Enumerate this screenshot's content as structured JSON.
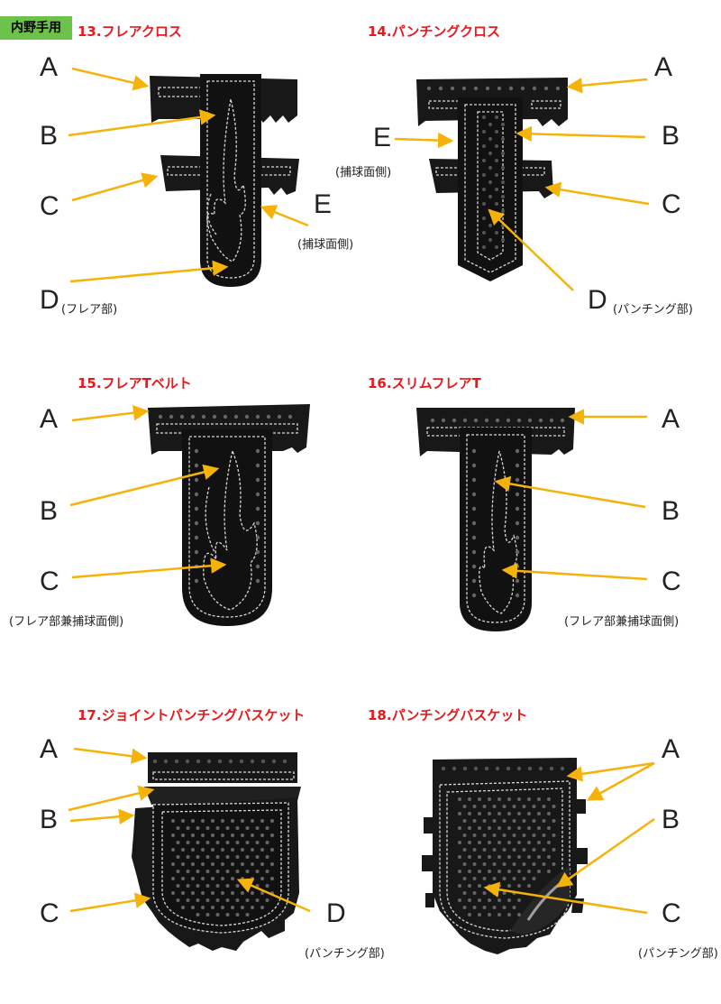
{
  "colors": {
    "title": "#e8191c",
    "badge": "#6cc24a",
    "arrow": "#f5b30a",
    "leather": "#181818",
    "stitch": "#d8d8d8"
  },
  "badge_label": "内野手用",
  "panels": [
    {
      "title": "13.フレアクロス",
      "letters": [
        "A",
        "B",
        "C",
        "D",
        "E"
      ],
      "notes": {
        "D": "(フレア部)",
        "E": "(捕球面側)"
      }
    },
    {
      "title": "14.パンチングクロス",
      "letters": [
        "A",
        "B",
        "C",
        "D",
        "E"
      ],
      "notes": {
        "D": "(パンチング部)",
        "E": "(捕球面側)"
      }
    },
    {
      "title": "15.フレアTベルト",
      "letters": [
        "A",
        "B",
        "C"
      ],
      "notes": {
        "C": "(フレア部兼捕球面側)"
      }
    },
    {
      "title": "16.スリムフレアT",
      "letters": [
        "A",
        "B",
        "C"
      ],
      "notes": {
        "C": "(フレア部兼捕球面側)"
      }
    },
    {
      "title": "17.ジョイントパンチングバスケット",
      "letters": [
        "A",
        "B",
        "C",
        "D"
      ],
      "notes": {
        "D": "(パンチング部)"
      }
    },
    {
      "title": "18.パンチングバスケット",
      "letters": [
        "A",
        "B",
        "C"
      ],
      "notes": {
        "C": "(パンチング部)"
      }
    }
  ]
}
